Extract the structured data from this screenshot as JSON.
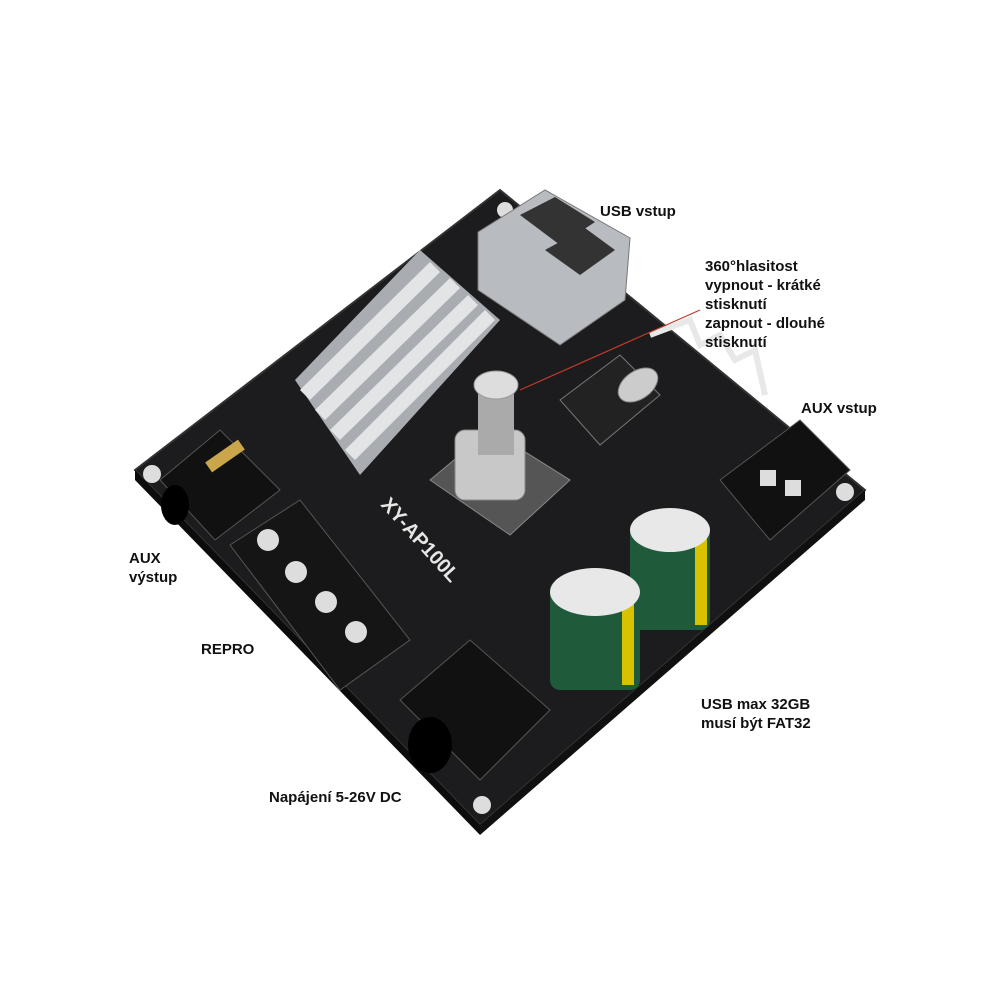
{
  "labels": {
    "usb_input": "USB vstup",
    "knob_lines": [
      "360°hlasitost",
      "vypnout - krátké",
      "stisknutí",
      "zapnout - dlouhé",
      "stisknutí"
    ],
    "aux_input": "AUX vstup",
    "aux_output_lines": [
      "AUX",
      "výstup"
    ],
    "speaker": "REPRO",
    "usb_note_lines": [
      "USB max 32GB",
      "musí být FAT32"
    ],
    "power": "Napájení 5-26V DC"
  },
  "board": {
    "silkscreen_model": "XY-AP100L"
  },
  "colors": {
    "board": "#1c1c1e",
    "pointer_line": "#c0392b",
    "capacitor": "#1f5a3a",
    "capacitor_stripe": "#d8c200"
  }
}
